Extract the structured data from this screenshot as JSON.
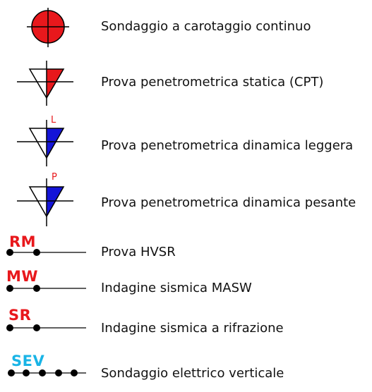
{
  "colors": {
    "red": "#e8181c",
    "blue": "#1414d8",
    "cyan": "#19b4e6",
    "line": "#000000"
  },
  "legend": {
    "items": [
      {
        "icon": "borehole-circle-icon",
        "label": "Sondaggio a carotaggio continuo"
      },
      {
        "icon": "cpt-triangle-icon",
        "label": "Prova penetrometrica statica (CPT)"
      },
      {
        "icon": "light-penetrometer-triangle-icon",
        "letter": "L",
        "label": "Prova penetrometrica dinamica leggera"
      },
      {
        "icon": "heavy-penetrometer-triangle-icon",
        "letter": "P",
        "label": "Prova penetrometrica dinamica pesante"
      },
      {
        "icon": "hvsr-line-icon",
        "code": "RM",
        "label": "Prova HVSR"
      },
      {
        "icon": "masw-line-icon",
        "code": "MW",
        "label": "Indagine sismica MASW"
      },
      {
        "icon": "refraction-line-icon",
        "code": "SR",
        "label": "Indagine sismica a rifrazione"
      },
      {
        "icon": "ves-line-icon",
        "code": "SEV",
        "label": "Sondaggio elettrico verticale"
      }
    ]
  }
}
